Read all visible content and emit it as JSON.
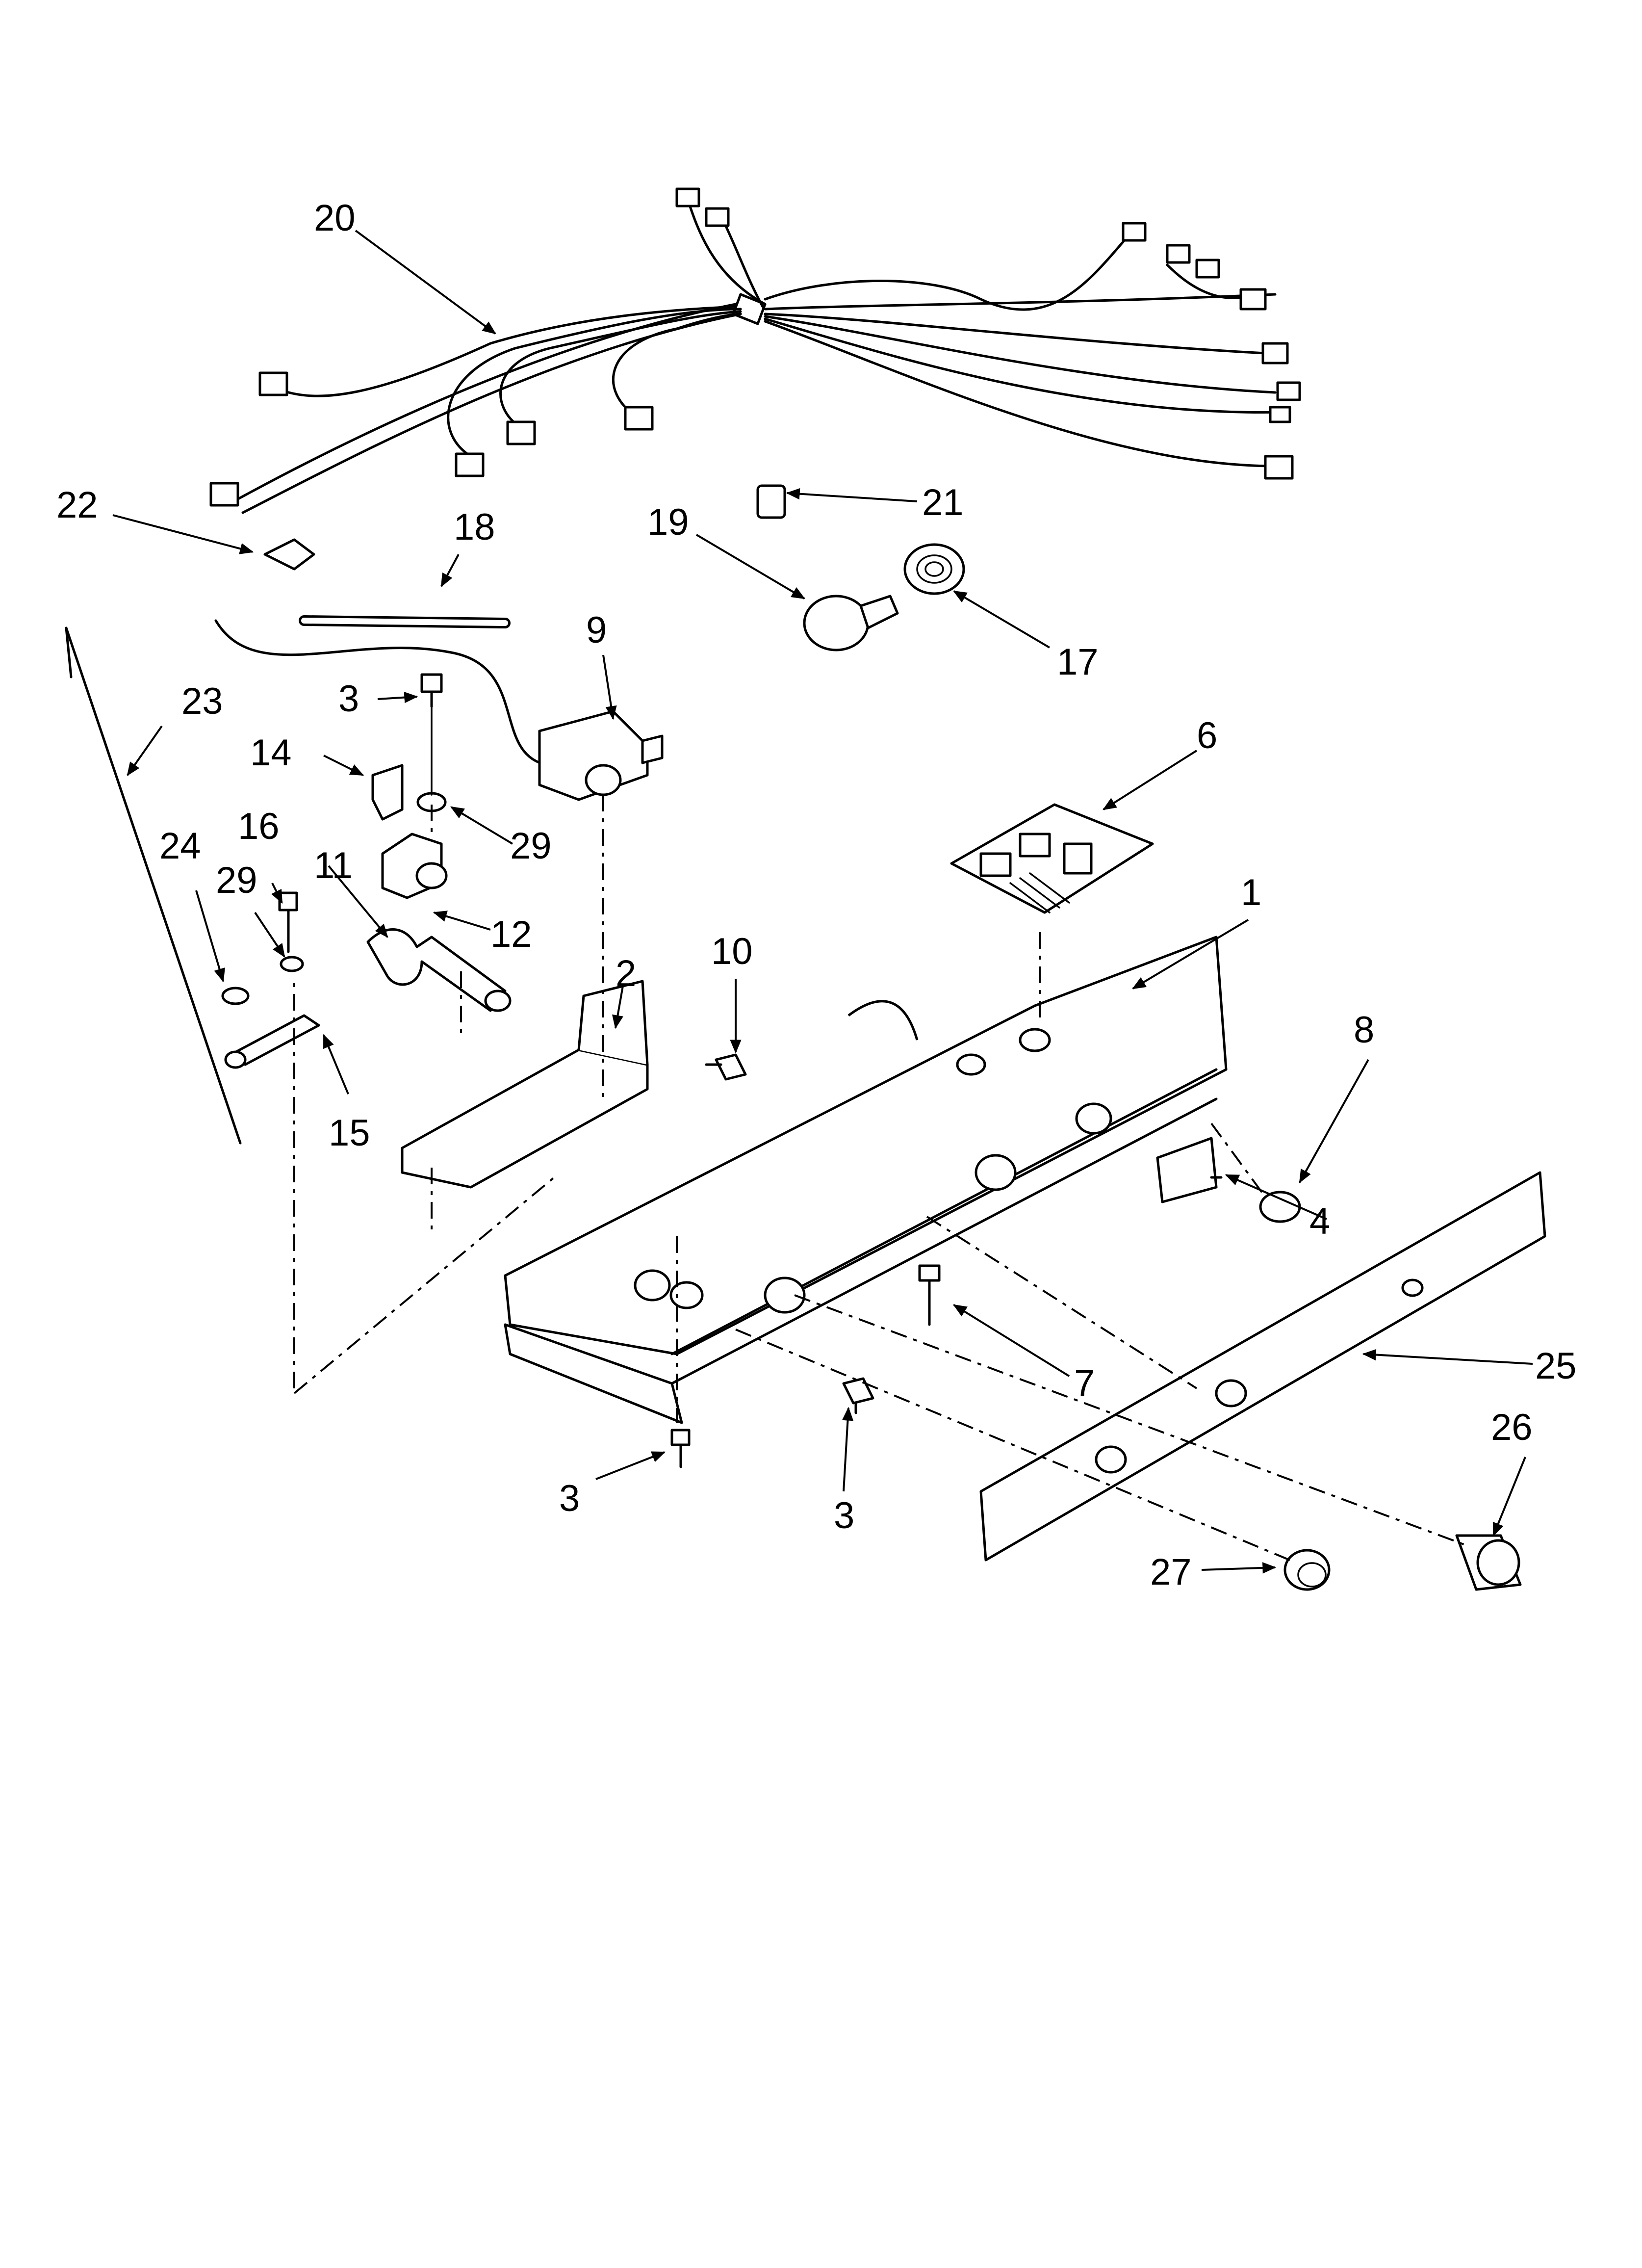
{
  "callouts": {
    "c1": "1",
    "c2": "2",
    "c3a": "3",
    "c3b": "3",
    "c3c": "3",
    "c4": "4",
    "c6": "6",
    "c7": "7",
    "c8": "8",
    "c9": "9",
    "c10": "10",
    "c11": "11",
    "c12": "12",
    "c14": "14",
    "c15": "15",
    "c16": "16",
    "c17": "17",
    "c18": "18",
    "c19": "19",
    "c20": "20",
    "c21": "21",
    "c22": "22",
    "c23": "23",
    "c24": "24",
    "c25": "25",
    "c26": "26",
    "c27": "27",
    "c29a": "29",
    "c29b": "29"
  }
}
